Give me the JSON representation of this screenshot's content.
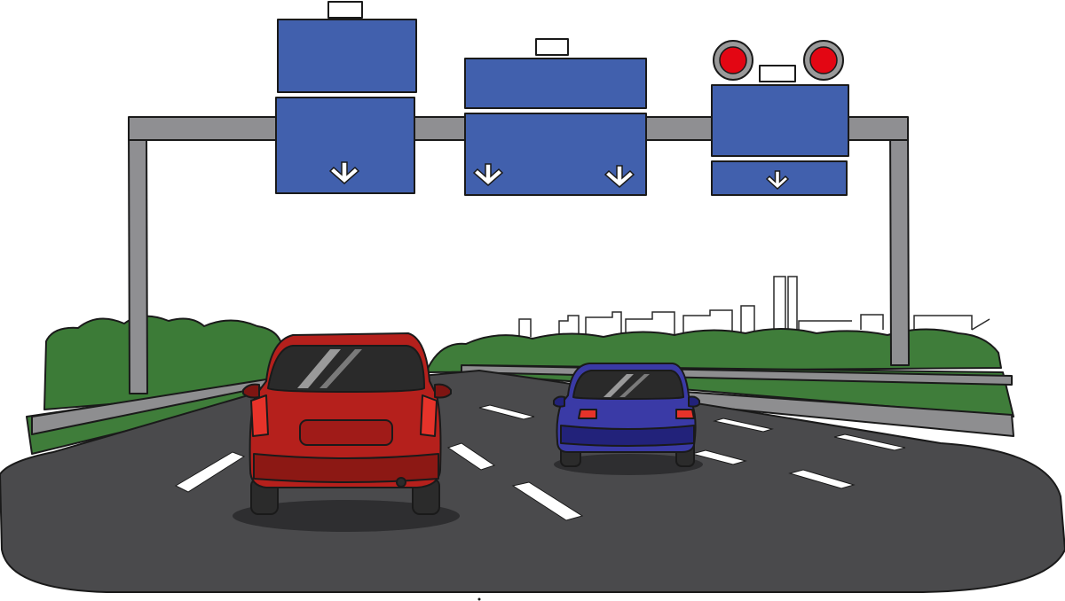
{
  "scene": {
    "description_tag": "highway-overpass-illustration",
    "colors": {
      "sky": "#ffffff",
      "road": "#4a4a4c",
      "road_edge": "#3a3a3c",
      "shoulder": "#8e8e90",
      "grass": "#3f7d3a",
      "bush": "#3c7b37",
      "gantry": "#8f8f92",
      "sign_blue": "#4160ad",
      "signal_red": "#e30613",
      "signal_ring": "#9a9a9a",
      "lane_marking": "#ffffff",
      "car_red": "#b5201c",
      "car_red_dark": "#7e1512",
      "car_blue": "#3a3aa6",
      "car_blue_dark": "#22227a",
      "glass": "#2a2a2a",
      "taillight": "#e6332a"
    },
    "icons": [
      "down-arrow-icon",
      "red-signal-icon"
    ],
    "signs": [
      {
        "name": "left-sign",
        "arrows": 1
      },
      {
        "name": "middle-sign",
        "arrows": 2
      },
      {
        "name": "right-sign",
        "arrows": 1,
        "signals": 2
      }
    ],
    "vehicles": [
      {
        "name": "red-hatchback",
        "color": "red"
      },
      {
        "name": "blue-hatchback",
        "color": "blue"
      }
    ]
  }
}
